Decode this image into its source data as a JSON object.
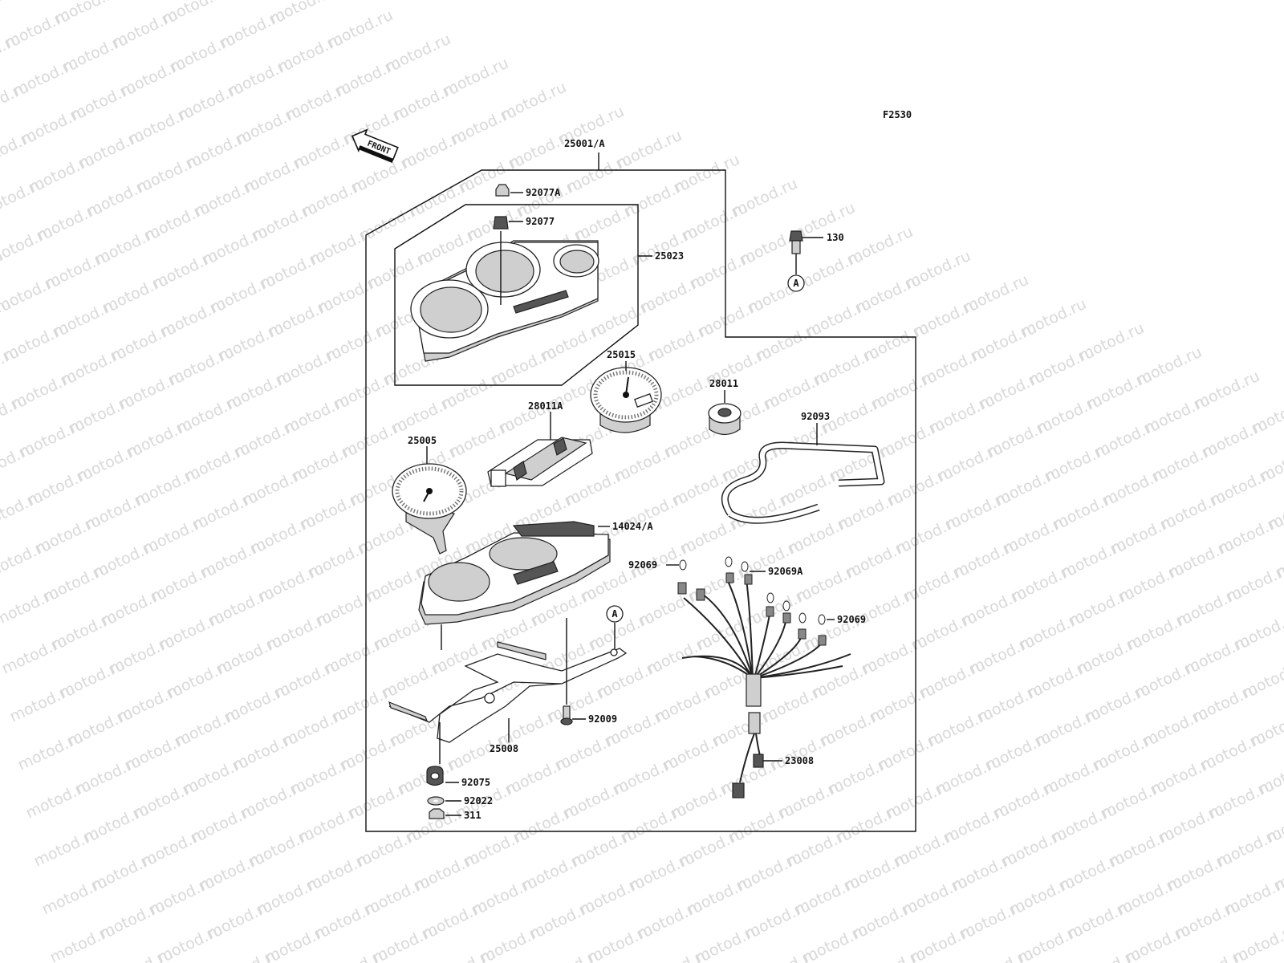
{
  "watermark": "motod.ru",
  "figure_code": "F2530",
  "front_text": "FRONT",
  "ref_mark": "A",
  "parts": {
    "p25001A": "25001/A",
    "p92077A": "92077A",
    "p92077": "92077",
    "p25023": "25023",
    "p130": "130",
    "p25015": "25015",
    "p28011": "28011",
    "p28011A": "28011A",
    "p92093": "92093",
    "p25005": "25005",
    "p14024A": "14024/A",
    "p92069a": "92069",
    "p92069A": "92069A",
    "p92069b": "92069",
    "p92009": "92009",
    "p25008": "25008",
    "p23008": "23008",
    "p92075": "92075",
    "p92022": "92022",
    "p311": "311"
  }
}
